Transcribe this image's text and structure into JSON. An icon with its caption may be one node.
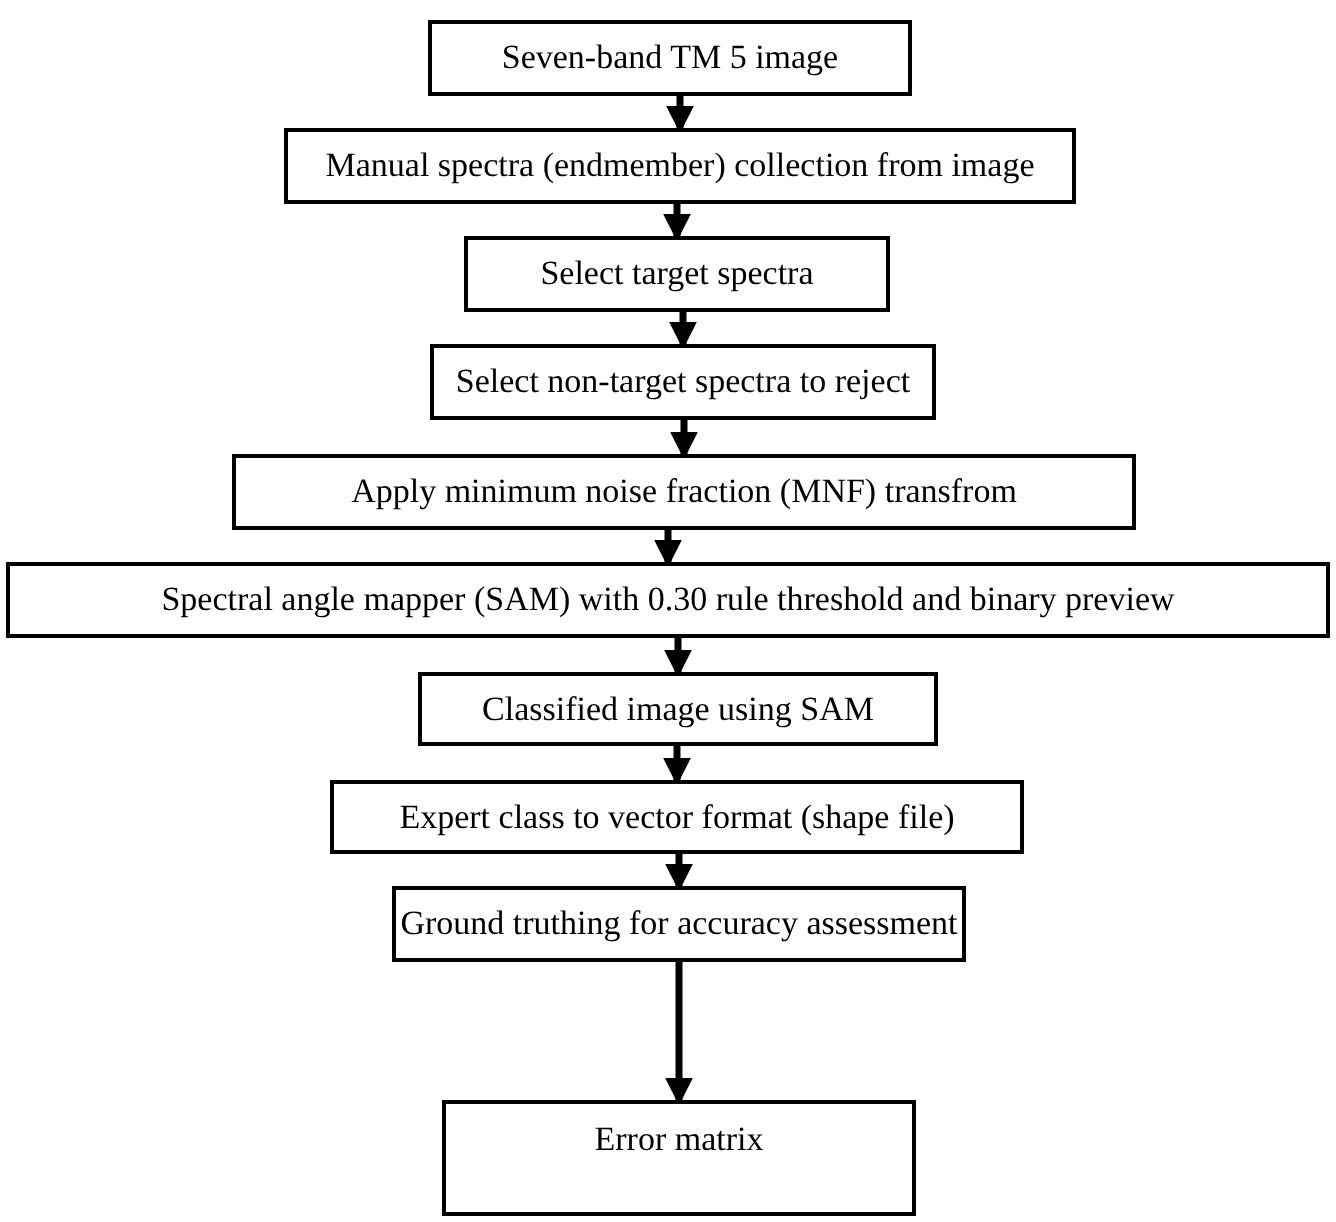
{
  "diagram": {
    "nodes": [
      {
        "text": [
          "Seven-band TM 5 image"
        ]
      },
      {
        "text": [
          "Manual spectra (endmember) collection from image"
        ]
      },
      {
        "text": [
          "Select target spectra"
        ]
      },
      {
        "text": [
          "Select non-target spectra to reject"
        ]
      },
      {
        "text": [
          "Apply minimum noise fraction (MNF) transfrom"
        ]
      },
      {
        "text": [
          "Spectral angle mapper (SAM) with 0.30 rule threshold and binary preview"
        ]
      },
      {
        "text": [
          "Classified image using SAM"
        ]
      },
      {
        "text": [
          "Expert class to vector format (shape file)"
        ]
      },
      {
        "text": [
          "Ground truthing for accuracy assessment"
        ]
      },
      {
        "text": [
          "Error matrix"
        ]
      }
    ],
    "edges": [
      {
        "from": 0,
        "to": 1,
        "arrow": "to"
      },
      {
        "from": 1,
        "to": 2,
        "arrow": "to"
      },
      {
        "from": 2,
        "to": 3,
        "arrow": "to"
      },
      {
        "from": 3,
        "to": 4,
        "arrow": "to"
      },
      {
        "from": 4,
        "to": 5,
        "arrow": "to"
      },
      {
        "from": 5,
        "to": 6,
        "arrow": "to"
      },
      {
        "from": 6,
        "to": 7,
        "arrow": "to"
      },
      {
        "from": 7,
        "to": 8,
        "arrow": "to"
      },
      {
        "from": 8,
        "to": 9,
        "arrow": "to"
      }
    ]
  }
}
